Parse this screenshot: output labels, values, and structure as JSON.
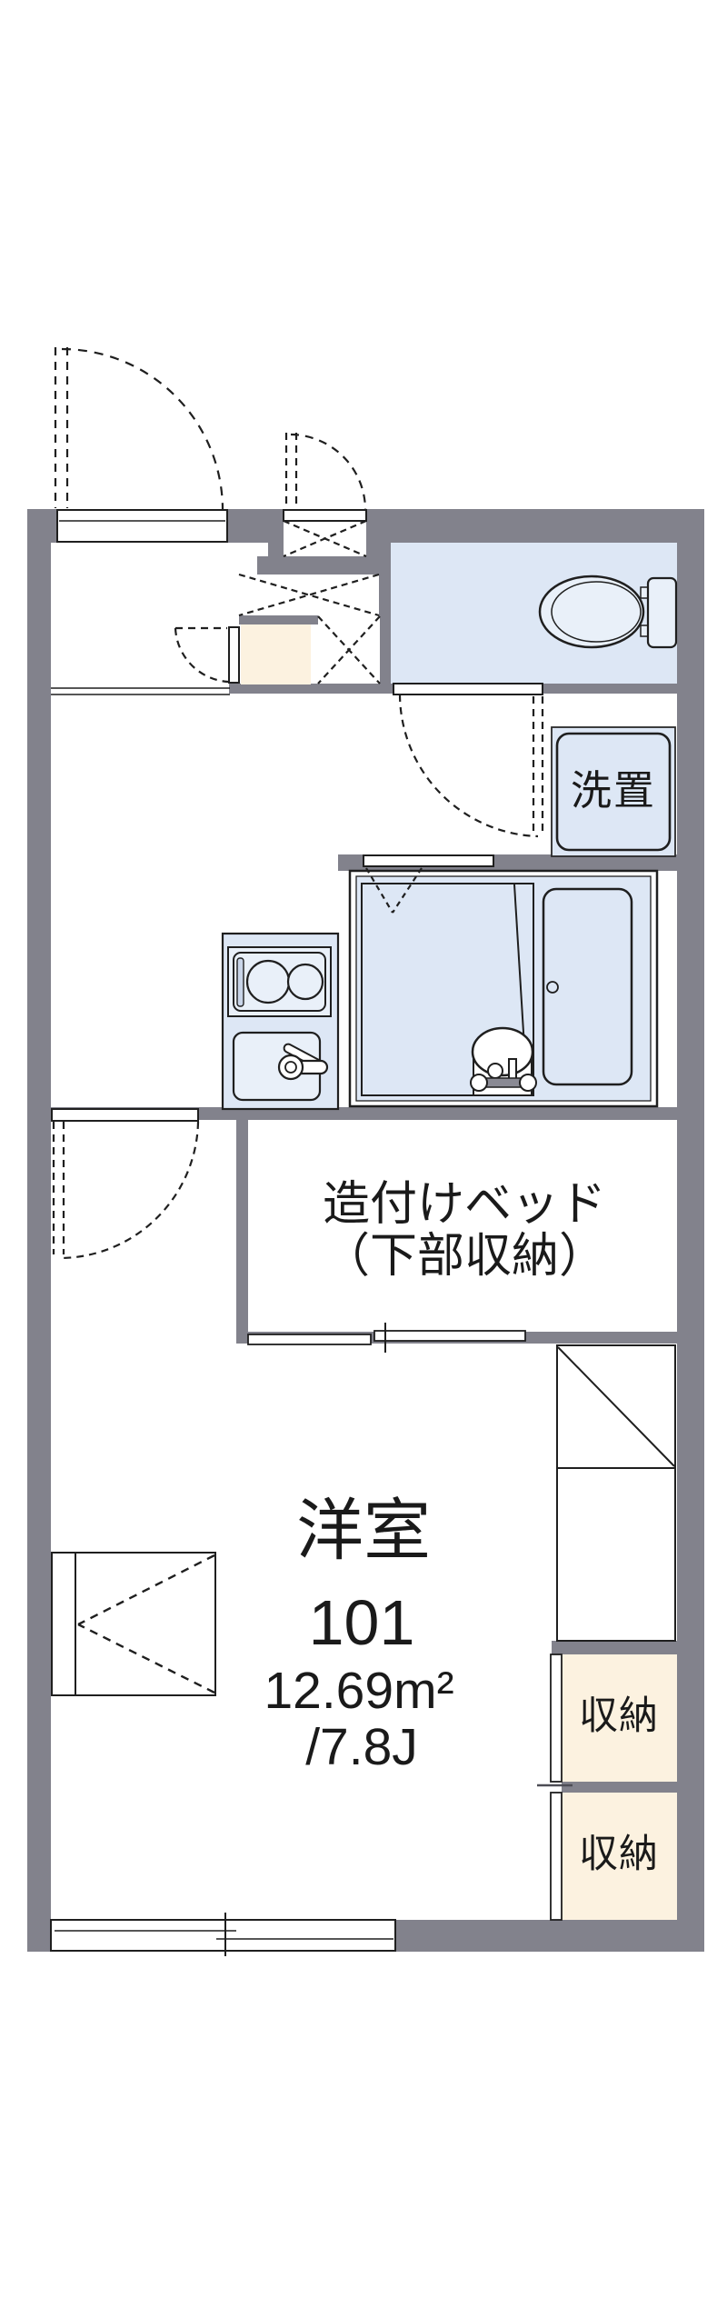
{
  "plan": {
    "type": "apartment-floor-plan",
    "rooms": {
      "main_room": {
        "name": "洋室",
        "number": "101",
        "area_m2": "12.69m²",
        "area_tatami": "/7.8J"
      },
      "built_in_bed": {
        "label_line1": "造付けベッド",
        "label_line2": "（下部収納）"
      },
      "laundry_space": {
        "label": "洗置"
      },
      "storage_upper": {
        "label": "収納"
      },
      "storage_lower": {
        "label": "収納"
      }
    },
    "fixtures": [
      "entrance-door-swing",
      "shoe-closet-x",
      "genkan-step",
      "toilet",
      "toilet-door-swing",
      "laundry-machine-space",
      "bathroom-unit",
      "bathtub",
      "washbasin",
      "folding-bath-door",
      "kitchen-stove",
      "kitchen-sink",
      "room-door-swing",
      "bay-window",
      "sliding-window",
      "closet-diagonal-box",
      "sliding-closet-doors",
      "bed-sliding-door"
    ],
    "colors": {
      "wall": "#82828c",
      "water_area_fill": "#dde7f5",
      "fixture_fill": "#e9f0f9",
      "storage_fill": "#fcf2e0",
      "line": "#1f1f1f",
      "background": "#ffffff"
    }
  }
}
